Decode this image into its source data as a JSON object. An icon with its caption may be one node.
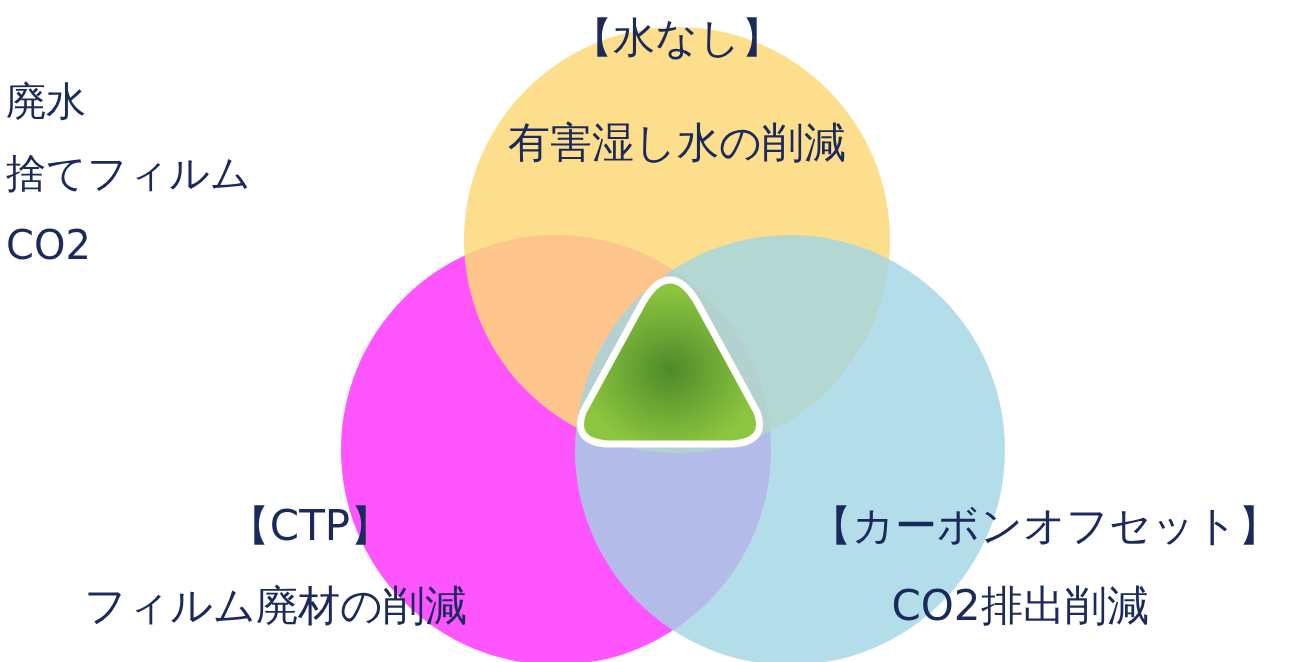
{
  "diagram": {
    "nodes": [
      {
        "text": [
          "【水なし】",
          "有害湿し水の削減"
        ]
      },
      {
        "text": [
          "【CTP】",
          "フィルム廃材の削減"
        ]
      },
      {
        "text": [
          "【カーボンオフセット】",
          "CO2排出削減"
        ]
      },
      {
        "text": [],
        "shape": "triangle"
      }
    ],
    "edges": [],
    "labels": [
      "廃水",
      "捨てフィルム",
      "CO2"
    ]
  }
}
